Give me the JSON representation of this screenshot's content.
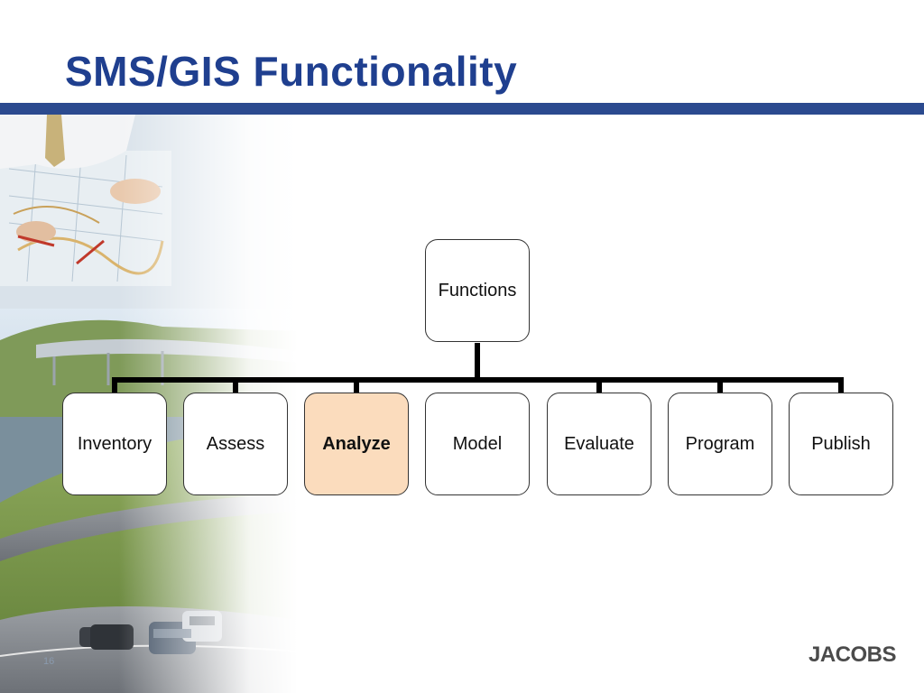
{
  "slide": {
    "title": "SMS/GIS Functionality",
    "page_number": "16",
    "logo_text": "JACOBS"
  },
  "diagram": {
    "root": {
      "label": "Functions"
    },
    "children": [
      {
        "label": "Inventory",
        "highlighted": false
      },
      {
        "label": "Assess",
        "highlighted": false
      },
      {
        "label": "Analyze",
        "highlighted": true
      },
      {
        "label": "Model",
        "highlighted": false
      },
      {
        "label": "Evaluate",
        "highlighted": false
      },
      {
        "label": "Program",
        "highlighted": false
      },
      {
        "label": "Publish",
        "highlighted": false
      }
    ]
  },
  "colors": {
    "title": "#1f3f8f",
    "rule": "#2b4a8f",
    "highlight_fill": "#fbdcbd",
    "connector": "#000000"
  }
}
